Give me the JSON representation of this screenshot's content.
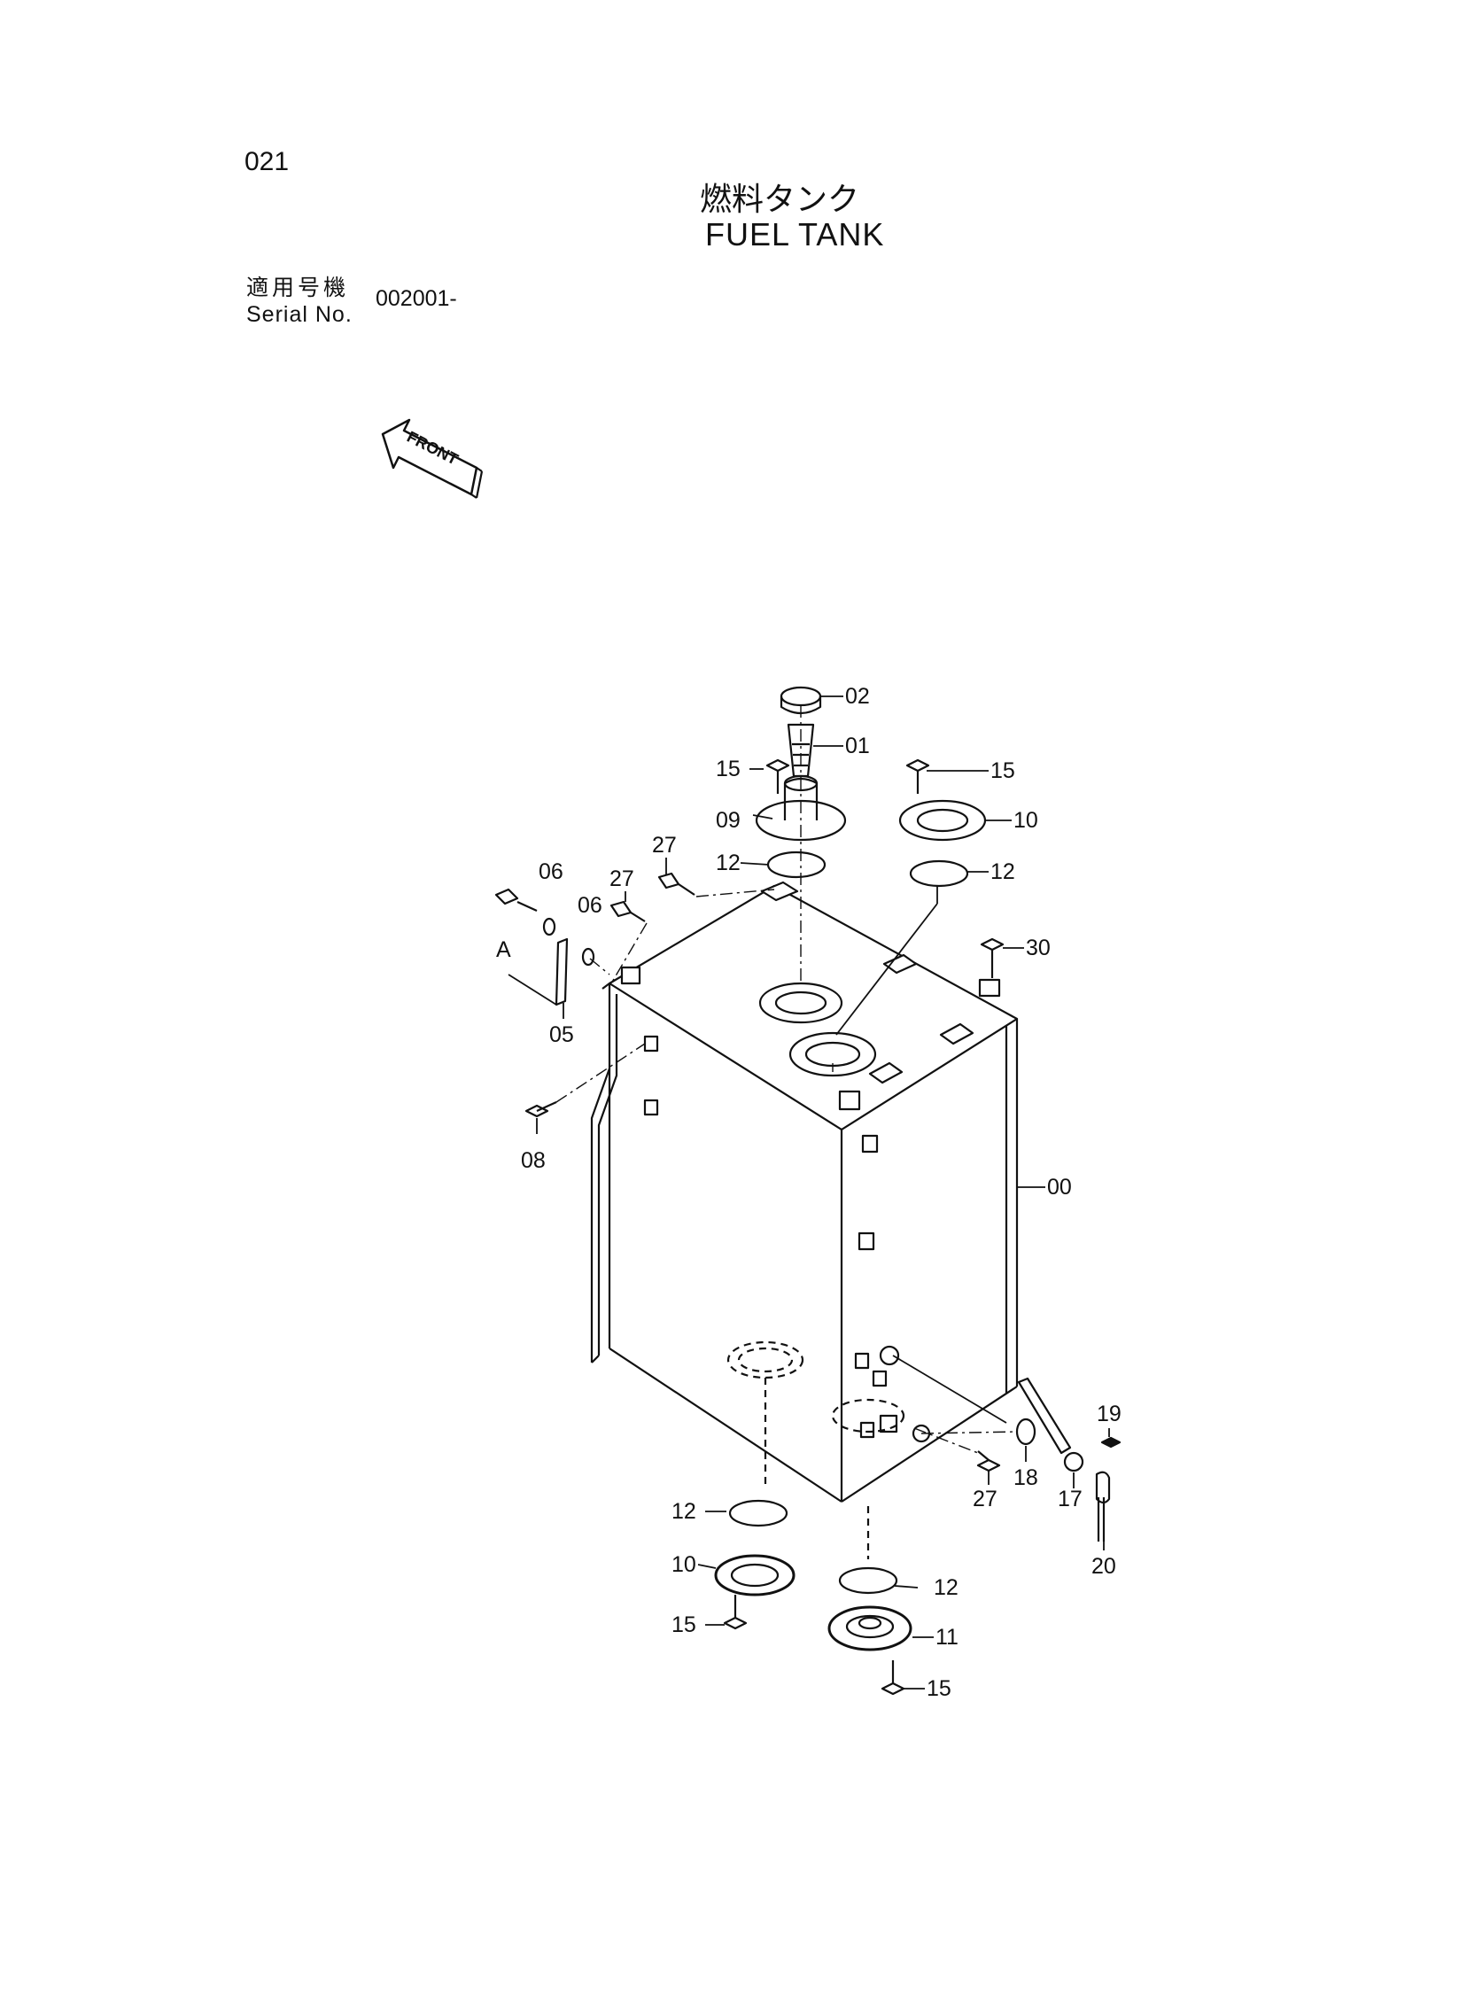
{
  "page_number": "021",
  "title_ja": "燃料タンク",
  "title_en": "FUEL TANK",
  "serial": {
    "label_ja": "適用号機",
    "label_en": "Serial No.",
    "value": "002001-"
  },
  "front_label": "FRONT",
  "callouts": {
    "c00": "00",
    "c01": "01",
    "c02": "02",
    "c05": "05",
    "c06a": "06",
    "c06b": "06",
    "c08": "08",
    "c09": "09",
    "c10a": "10",
    "c10b": "10",
    "c11": "11",
    "c12a": "12",
    "c12b": "12",
    "c12c": "12",
    "c12d": "12",
    "c15a": "15",
    "c15b": "15",
    "c15c": "15",
    "c15d": "15",
    "c17": "17",
    "c18": "18",
    "c19": "19",
    "c20": "20",
    "c27a": "27",
    "c27b": "27",
    "c27c": "27",
    "c30": "30",
    "cA": "A"
  }
}
